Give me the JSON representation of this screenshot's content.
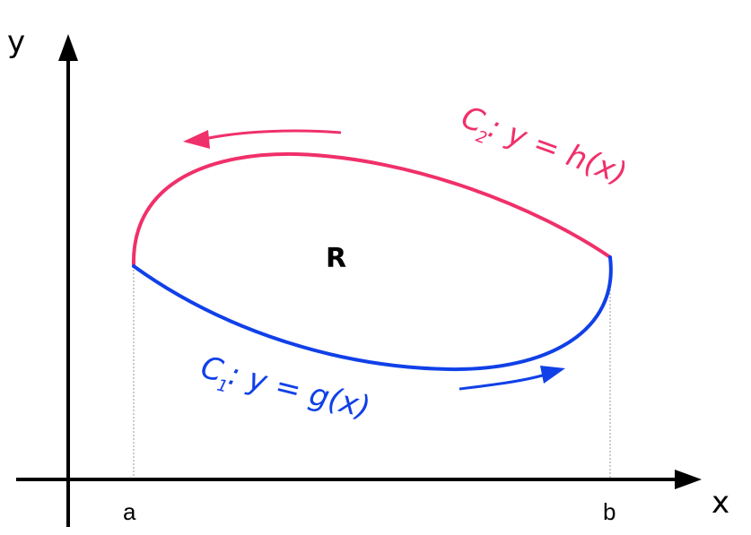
{
  "axes": {
    "x_label": "x",
    "y_label": "y"
  },
  "ticks": {
    "a": "a",
    "b": "b"
  },
  "region": {
    "label": "R"
  },
  "curves": {
    "c1": {
      "name": "C",
      "subscript": "1",
      "equation": ": y = g(x)",
      "color": "#1040e8"
    },
    "c2": {
      "name": "C",
      "subscript": "2",
      "equation": ": y = h(x)",
      "color": "#f0306a"
    }
  },
  "colors": {
    "axis": "#000000",
    "guide": "#9a9a9a"
  }
}
